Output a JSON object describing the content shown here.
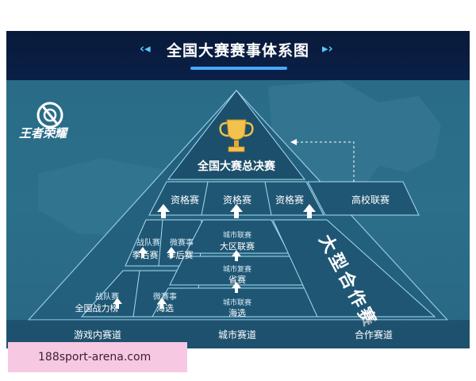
{
  "header": {
    "title": "全国大赛赛事体系图"
  },
  "logo": {
    "text": "王者荣耀"
  },
  "pyramid": {
    "apex_label": "全国大赛总决赛",
    "qualifiers": [
      "资格赛",
      "资格赛",
      "资格赛"
    ],
    "college_league": "高校联赛",
    "game_column": {
      "team_playoff_title": "战队赛",
      "team_playoff_sub": "季后赛",
      "micro_playoff_title": "微赛事",
      "micro_playoff_sub": "季后赛",
      "team_rank_title": "战队赛",
      "team_rank_sub": "全国战力榜",
      "micro_select_title": "微赛事",
      "micro_select_sub": "海选"
    },
    "city_column": {
      "region_title": "城市联赛",
      "region_sub": "大区联赛",
      "province_title": "城市复赛",
      "province_sub": "省赛",
      "select_title": "城市联赛",
      "select_sub": "海选"
    },
    "partner_vertical": "大型合作赛"
  },
  "footer": {
    "tracks": [
      "游戏内赛道",
      "城市赛道",
      "合作赛道"
    ]
  },
  "watermark": {
    "text": "188sport-arena.com"
  },
  "colors": {
    "header_bg": "#081a3a",
    "body_bg": "#2a6b86",
    "tile_fill": "#1f5674",
    "accent": "#4aa8ff",
    "arrow": "#ffffff",
    "watermark_bg": "#f7c8e1"
  }
}
